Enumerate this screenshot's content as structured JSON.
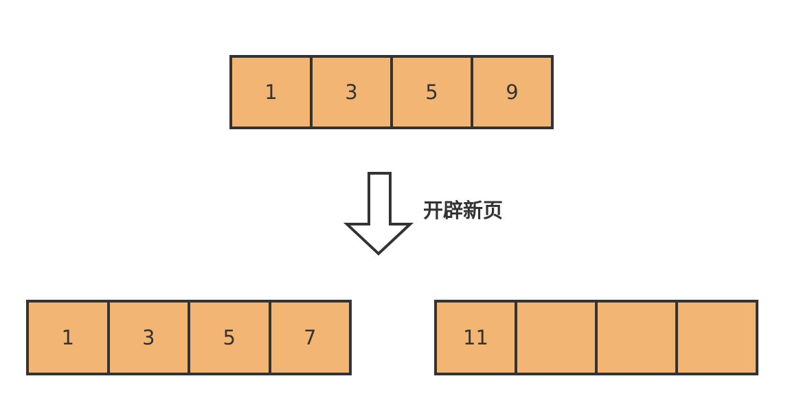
{
  "diagram": {
    "top_page": {
      "cells": [
        "1",
        "3",
        "5",
        "9"
      ]
    },
    "caption": "开辟新页",
    "bottom_left_page": {
      "cells": [
        "1",
        "3",
        "5",
        "7"
      ]
    },
    "bottom_right_page": {
      "cells": [
        "11",
        "",
        "",
        ""
      ]
    }
  },
  "colors": {
    "cell_fill": "#f3b574",
    "border": "#333333",
    "text": "#333333",
    "background": "#ffffff"
  }
}
